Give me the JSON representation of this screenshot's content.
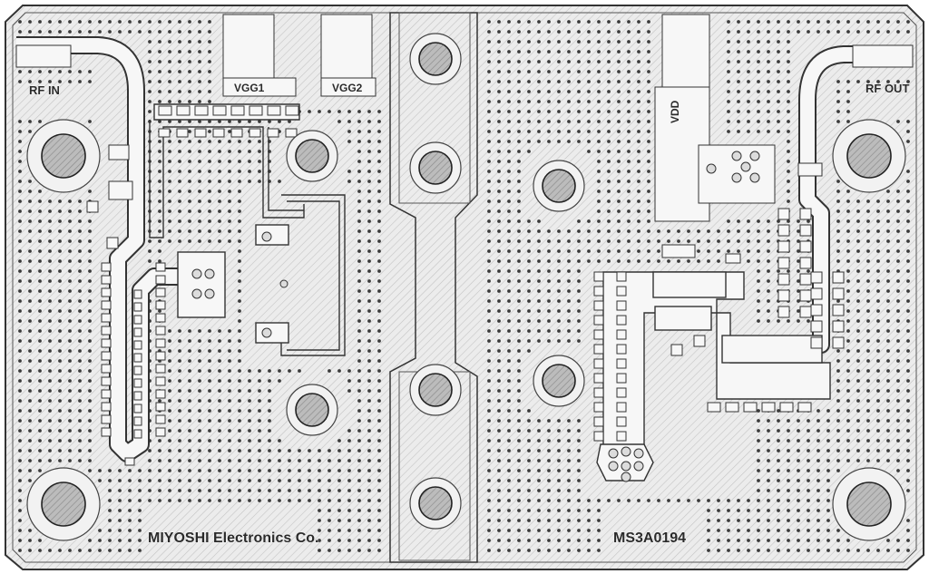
{
  "board": {
    "labels": {
      "rf_in": "RF IN",
      "rf_out": "RF OUT",
      "vgg1": "VGG1",
      "vgg2": "VGG2",
      "vdd": "VDD",
      "manufacturer": "MIYOSHI Electronics Co.",
      "part_number": "MS3A0194"
    },
    "colors": {
      "background": "#ffffff",
      "board_fill": "#ececec",
      "hatch_line": "#c8c8c8",
      "trace_fill": "#f7f7f7",
      "outline": "#333333",
      "via": "#3a3a3a",
      "hole_fill": "#bdbdbd"
    },
    "features": [
      "mounting-holes",
      "via-fence",
      "microstrip-rf-input",
      "microstrip-rf-output",
      "bias-pads"
    ]
  }
}
